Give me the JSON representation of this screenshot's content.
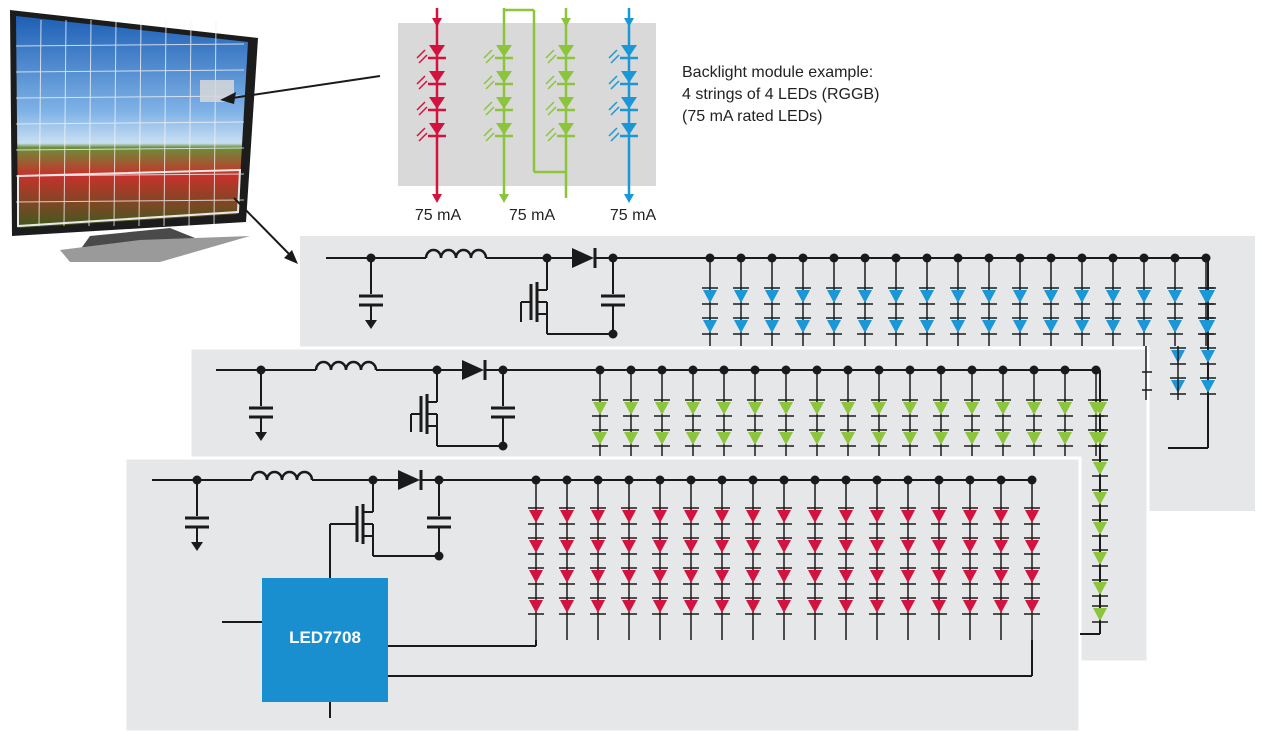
{
  "caption": {
    "line1": "Backlight module example:",
    "line2": "4 strings of 4 LEDs (RGGB)",
    "line3": "(75 mA rated LEDs)"
  },
  "currents": [
    "75 mA",
    "75 mA",
    "75 mA"
  ],
  "controller": {
    "label": "LED7708"
  },
  "colors": {
    "red_led": "#d4123f",
    "green_led": "#8cc43c",
    "blue_led": "#1a97d6",
    "ic_fill": "#1a8fcf",
    "panel_gray": "#e6e7e8",
    "module_gray": "#d9d9d9",
    "wire": "#1a1a1a"
  },
  "icons": [
    "tv-icon",
    "led-string-icon",
    "inductor-icon",
    "mosfet-icon",
    "diode-icon",
    "capacitor-icon",
    "ground-icon"
  ]
}
